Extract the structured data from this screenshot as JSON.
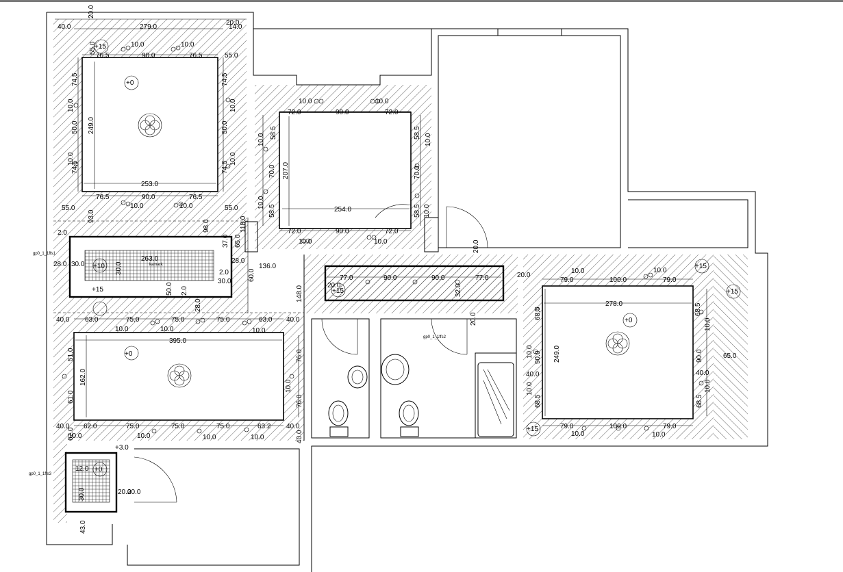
{
  "drawing": {
    "dimensions": {
      "top_strip": [
        "20.0",
        "279.0",
        "40.0",
        "20.0",
        "14.0"
      ],
      "room_a": [
        "+15",
        "10.0",
        "10.0",
        "76.5",
        "90.0",
        "76.5",
        "55.0",
        "+0",
        "55.0",
        "74.5",
        "10.0",
        "50.0",
        "249.0",
        "10.0",
        "74.5",
        "74.5",
        "10.0",
        "50.0",
        "10.0",
        "74.5",
        "253.0",
        "76.5",
        "90.0",
        "76.5",
        "10.0",
        "10.0",
        "55.0",
        "55.0"
      ],
      "room_b": [
        "10.0",
        "10.0",
        "72.0",
        "90.0",
        "72.0",
        "58.5",
        "10.0",
        "70.0",
        "207.0",
        "58.5",
        "10.0",
        "58.5",
        "70.0",
        "10.0",
        "58.5",
        "254.0",
        "72.0",
        "90.0",
        "72.0",
        "10.0",
        "10.0",
        "10.0"
      ],
      "strip_left": [
        "93.0",
        "2.0",
        "28.0",
        "30.0",
        "+10",
        "263.0",
        "37.0",
        "2.0",
        "30.0",
        "30.0",
        "50.0",
        "2.0",
        "28.0",
        "+15",
        "98.0",
        "118.0",
        "65.0",
        "28.0",
        "60.0",
        "136.0",
        "148.0"
      ],
      "strip_mid": [
        "77.0",
        "90.0",
        "90.0",
        "77.0",
        "20.0",
        "20.0",
        "+15",
        "32.0",
        "20.0",
        "20.0",
        "20.0"
      ],
      "room_c": [
        "40.0",
        "63.0",
        "75.0",
        "75.0",
        "75.0",
        "63.0",
        "40.0",
        "10.0",
        "10.0",
        "10.0",
        "+0",
        "395.0",
        "51.0",
        "162.0",
        "61.0",
        "76.0",
        "10.0",
        "76.0",
        "40.0",
        "62.0",
        "75.0",
        "75.0",
        "75.0",
        "63.2",
        "40.0",
        "10.0",
        "10.0",
        "10.0",
        "10.0",
        "40.0",
        "62.0"
      ],
      "room_d": [
        "10.0",
        "10.0",
        "79.0",
        "100.0",
        "79.0",
        "+15",
        "+15",
        "278.0",
        "68.5",
        "10.0",
        "90.0",
        "+0",
        "249.0",
        "90.0",
        "68.5",
        "40.0",
        "10.0",
        "68.5",
        "65.0",
        "10.0",
        "40.0",
        "10.0",
        "68.5",
        "79.0",
        "100.0",
        "79.0",
        "10.0",
        "10.0",
        "+15"
      ],
      "bottom_left": [
        "+3.0",
        "12.0",
        "+0",
        "30.0",
        "20.0",
        "43.0"
      ]
    },
    "tags": {
      "tag1": "gp0_1_1ffs1",
      "tag2": "gp0_1_1ffs2",
      "tag3": "gp0_1_1ffs3",
      "tag4": "kamark"
    },
    "colors": {
      "line": "#000000",
      "bar": "#7a7a7a"
    },
    "icons": [
      "light-fixture-icon",
      "spotlight-icon",
      "toilet-icon",
      "sink-icon",
      "shower-tray-icon",
      "door-swing-icon"
    ]
  }
}
